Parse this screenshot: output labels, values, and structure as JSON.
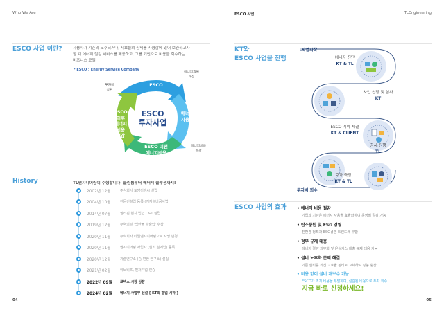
{
  "left_page": {
    "header": "Who We Are",
    "page_number": "04",
    "what_is_esco": {
      "title": "ESCO 사업 이란?",
      "description_lines": [
        "사용자가 기존의 노후되거나, 저효율의 장비를 사용함에 있어 보완하고자",
        "할 때 에너지 절감 서비스를 제공하고, 그를 기반으로 비용을 회수하는",
        "비즈니스 모델"
      ],
      "footnote": "* ESCO : Energy Service Company"
    },
    "cycle_diagram": {
      "center_lines": [
        "ESCO",
        "투자사업"
      ],
      "segments": [
        {
          "lines": [
            "ESCO"
          ],
          "color": "#2d9fe0"
        },
        {
          "lines": [
            "에너지",
            "사용자"
          ],
          "color": "#5bc0f0"
        },
        {
          "lines": [
            "ESCO 이전",
            "에너지비용"
          ],
          "color": "#3cb879"
        },
        {
          "lines": [
            "ESCO",
            "이후",
            "에너지",
            "비용",
            "절감"
          ],
          "color": "#8ec63f"
        }
      ],
      "outer_labels": [
        {
          "lines": [
            "에너지효율",
            "개선"
          ]
        },
        {
          "lines": [
            "에너지비용",
            "절감"
          ]
        },
        {
          "lines": [
            "투자비",
            "상환"
          ]
        }
      ]
    },
    "history": {
      "title": "History",
      "intro": "TL엔지니어링이 수행합니다. 클린룸부터 에너지 솔루션까지!",
      "items": [
        {
          "date": "2002년 12월",
          "desc": "주식회사 토담이엔씨 설립",
          "highlight": false
        },
        {
          "date": "2004년 10월",
          "desc": "전문건설업 등록 (기계설비공사업)",
          "highlight": false
        },
        {
          "date": "2014년 07월",
          "desc": "필리핀 현지 법인 C&T 설립",
          "highlight": false
        },
        {
          "date": "2019년 12월",
          "desc": "무역의날 '백만불 수출탑' 수상",
          "highlight": false
        },
        {
          "date": "2020년 11월",
          "desc": "주식회사 티엘엔지니어링으로 사명 변경",
          "highlight": false
        },
        {
          "date": "2020년 11월",
          "desc": "엔지니어링 사업자 (설비 설계업) 등록",
          "highlight": false
        },
        {
          "date": "2020년 12월",
          "desc": "기술연구소 (숨 편한 연구소) 설립",
          "highlight": false
        },
        {
          "date": "2021년 02월",
          "desc": "이노비즈, 벤처기업 인증",
          "highlight": false
        },
        {
          "date": "2022년 09월",
          "desc": "코넥스 시장 상장",
          "highlight": true
        },
        {
          "date": "2024년 02월",
          "desc": "에너지 사업부 신설 [ KT와 협업 시작 ]",
          "highlight": true
        }
      ]
    }
  },
  "right_page": {
    "header_left": "ESCO 사업",
    "header_right": "TLEngineering",
    "page_number": "05",
    "kt_process": {
      "title_lines": [
        "KT와",
        "ESCO 사업을 진행"
      ],
      "start_label": "사업시작",
      "end_label": "투자비 회수",
      "steps": [
        {
          "title": "에너지 진단",
          "party": "KT & TL",
          "icon": "energy-diagnosis-icon"
        },
        {
          "title": "사업 신청 및 심사",
          "party": "KT",
          "icon": "application-review-icon"
        },
        {
          "title": "ESCO 계약 체결",
          "party": "KT & CLIENT",
          "icon": "contract-icon"
        },
        {
          "title": "공사 진행",
          "party": "TL",
          "icon": "construction-icon"
        },
        {
          "title": "효과 측정",
          "party": "KT & TL",
          "icon": "measurement-icon"
        }
      ]
    },
    "effects": {
      "title": "ESCO 사업의 효과",
      "items": [
        {
          "title": "에너지 비용 절감",
          "desc": "기업과 기관은 에너지 사용을 효율화하여 운영비 절감 가능",
          "highlight": false
        },
        {
          "title": "탄소중립 및 ESG 경영",
          "desc": "친환경 정책과 ESG경영 트렌드에 부합",
          "highlight": false
        },
        {
          "title": "정부 규제 대응",
          "desc": "에너지 절감 의무화 및 온실가스 배출 규제 대응 가능",
          "highlight": false
        },
        {
          "title": "설비 노후화 문제 해결",
          "desc": "기존 설비를 최신 고효율 장비로 교체하여 성능 향상",
          "highlight": false
        },
        {
          "title": "비용 없이 설비 개보수 가능",
          "desc": "ESCO가 초기 비용을 부담하여, 절감된 비용으로 투자 회수",
          "highlight": true
        }
      ],
      "cta": "지금 바로 신청하세요!"
    }
  },
  "colors": {
    "accent_blue": "#4a9fd8",
    "navy": "#1f3f73",
    "green_cta": "#7ab829",
    "timeline_blue": "#2f9ade"
  }
}
